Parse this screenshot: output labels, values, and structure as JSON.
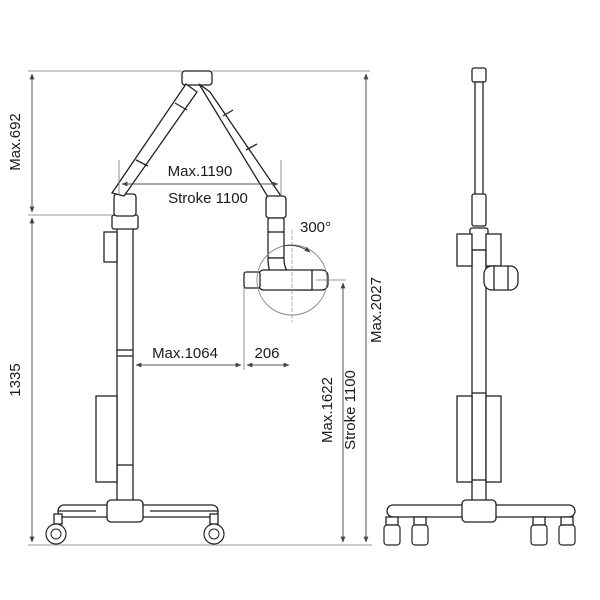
{
  "labels": {
    "max_height_upper": "Max.692",
    "max_reach": "Max.1190",
    "stroke_arm": "Stroke 1100",
    "rotation": "300°",
    "height_base": "1335",
    "max_horizontal": "Max.1064",
    "offset": "206",
    "max_total_height": "Max.2027",
    "max_head_height": "Max.1622",
    "stroke_vertical": "Stroke 1100"
  }
}
